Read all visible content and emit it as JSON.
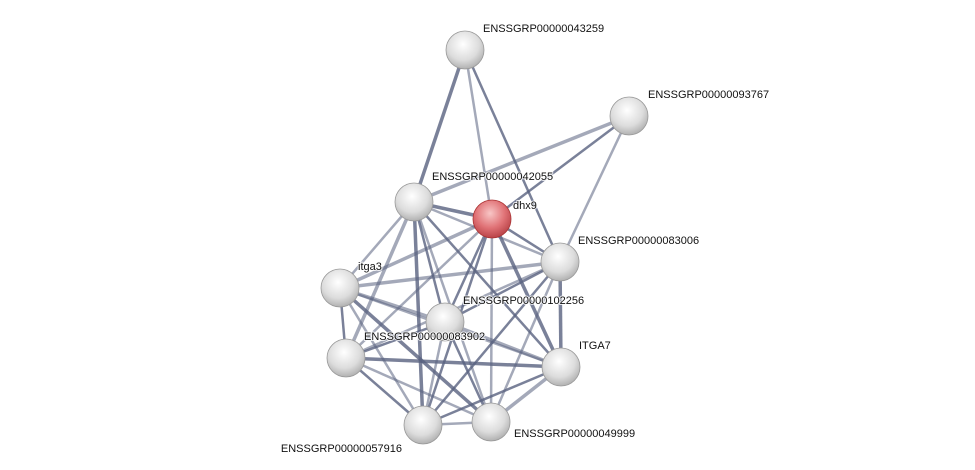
{
  "nodes": [
    {
      "id": "n43259",
      "label": "ENSSGRP00000043259",
      "query": false
    },
    {
      "id": "n93767",
      "label": "ENSSGRP00000093767",
      "query": false
    },
    {
      "id": "n42055",
      "label": "ENSSGRP00000042055",
      "query": false
    },
    {
      "id": "dhx9",
      "label": "dhx9",
      "query": true
    },
    {
      "id": "n83006",
      "label": "ENSSGRP00000083006",
      "query": false
    },
    {
      "id": "itga3",
      "label": "itga3",
      "query": false
    },
    {
      "id": "n102256",
      "label": "ENSSGRP00000102256",
      "query": false
    },
    {
      "id": "n83902",
      "label": "ENSSGRP00000083902",
      "query": false
    },
    {
      "id": "itga7",
      "label": "ITGA7",
      "query": false
    },
    {
      "id": "n49999",
      "label": "ENSSGRP00000049999",
      "query": false
    },
    {
      "id": "n57916",
      "label": "ENSSGRP00000057916",
      "query": false
    }
  ],
  "edges": [
    [
      "n43259",
      "n42055"
    ],
    [
      "n43259",
      "dhx9"
    ],
    [
      "n43259",
      "n83006"
    ],
    [
      "n93767",
      "n42055"
    ],
    [
      "n93767",
      "dhx9"
    ],
    [
      "n93767",
      "n83006"
    ],
    [
      "n42055",
      "dhx9"
    ],
    [
      "n42055",
      "itga3"
    ],
    [
      "n42055",
      "n102256"
    ],
    [
      "n42055",
      "n83902"
    ],
    [
      "n42055",
      "itga7"
    ],
    [
      "n42055",
      "n49999"
    ],
    [
      "n42055",
      "n57916"
    ],
    [
      "n42055",
      "n83006"
    ],
    [
      "dhx9",
      "n83006"
    ],
    [
      "dhx9",
      "itga3"
    ],
    [
      "dhx9",
      "n102256"
    ],
    [
      "dhx9",
      "n83902"
    ],
    [
      "dhx9",
      "itga7"
    ],
    [
      "dhx9",
      "n49999"
    ],
    [
      "dhx9",
      "n57916"
    ],
    [
      "n83006",
      "itga3"
    ],
    [
      "n83006",
      "n102256"
    ],
    [
      "n83006",
      "n83902"
    ],
    [
      "n83006",
      "itga7"
    ],
    [
      "n83006",
      "n49999"
    ],
    [
      "n83006",
      "n57916"
    ],
    [
      "itga3",
      "n102256"
    ],
    [
      "itga3",
      "n83902"
    ],
    [
      "itga3",
      "itga7"
    ],
    [
      "itga3",
      "n49999"
    ],
    [
      "itga3",
      "n57916"
    ],
    [
      "n102256",
      "n83902"
    ],
    [
      "n102256",
      "itga7"
    ],
    [
      "n102256",
      "n49999"
    ],
    [
      "n102256",
      "n57916"
    ],
    [
      "n83902",
      "itga7"
    ],
    [
      "n83902",
      "n49999"
    ],
    [
      "n83902",
      "n57916"
    ],
    [
      "itga7",
      "n49999"
    ],
    [
      "itga7",
      "n57916"
    ],
    [
      "n49999",
      "n57916"
    ]
  ],
  "colors": {
    "edge": "#59627f",
    "node": "#d8d8d8",
    "query": "#d9585c"
  }
}
